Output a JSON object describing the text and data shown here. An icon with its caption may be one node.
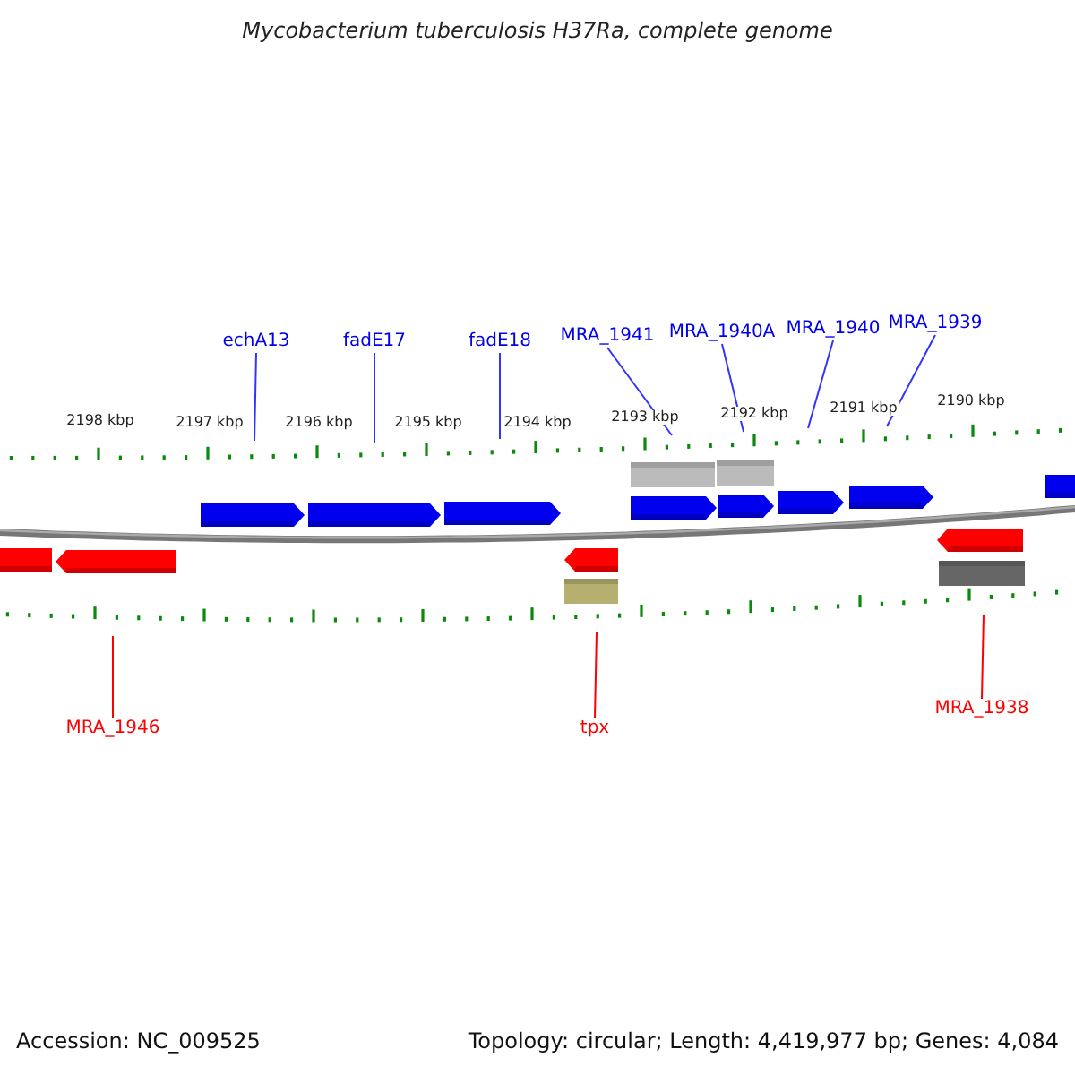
{
  "diagram": {
    "title": "Mycobacterium tuberculosis H37Ra, complete genome",
    "nodes": [
      {
        "text": [
          "echA13"
        ]
      },
      {
        "text": [
          "fadE17"
        ]
      },
      {
        "text": [
          "fadE18"
        ]
      },
      {
        "text": [
          "MRA_1941"
        ]
      },
      {
        "text": [
          "MRA_1940A"
        ]
      },
      {
        "text": [
          "MRA_1940"
        ]
      },
      {
        "text": [
          "MRA_1939"
        ]
      },
      {
        "text": [
          "MRA_1946"
        ]
      },
      {
        "text": [
          "tpx"
        ]
      },
      {
        "text": [
          "MRA_1938"
        ]
      },
      {
        "text": [],
        "shape": "line"
      },
      {
        "text": [],
        "shape": "line"
      }
    ],
    "edges": [
      {
        "from": 0,
        "to": 10,
        "arrow": "none"
      },
      {
        "from": 1,
        "to": 10,
        "arrow": "none"
      },
      {
        "from": 2,
        "to": 10,
        "arrow": "none"
      },
      {
        "from": 3,
        "to": 10,
        "arrow": "none"
      },
      {
        "from": 4,
        "to": 10,
        "arrow": "none"
      },
      {
        "from": 5,
        "to": 10,
        "arrow": "none"
      },
      {
        "from": 6,
        "to": 10,
        "arrow": "none"
      },
      {
        "from": 7,
        "to": 11,
        "arrow": "none",
        "color": "#ff0000"
      },
      {
        "from": 8,
        "to": 11,
        "arrow": "none",
        "color": "#ff0000"
      },
      {
        "from": 9,
        "to": 11,
        "arrow": "none",
        "color": "#ff0000"
      }
    ],
    "labels": [
      "2198 kbp",
      "2197 kbp",
      "2196 kbp",
      "2195 kbp",
      "2194 kbp",
      "2193 kbp",
      "2192 kbp",
      "2191 kbp",
      "2190 kbp",
      "Accession: NC_009525",
      "Topology: circular; Length: 4,419,977 bp; Genes: 4,084"
    ]
  }
}
